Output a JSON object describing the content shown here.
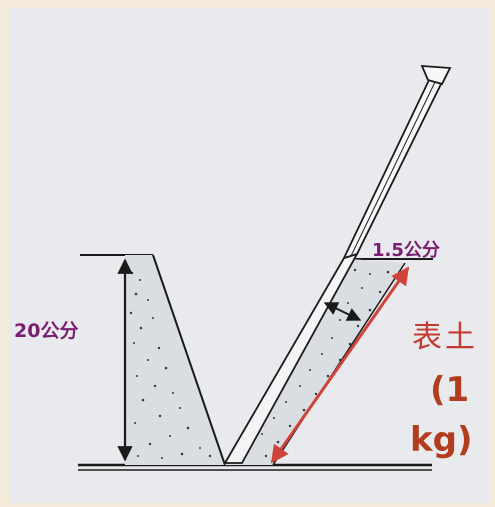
{
  "labels": {
    "depth": "20公分",
    "slice_width": "1.5公分",
    "topsoil": "表土",
    "mass_line1": "(1",
    "mass_line2": "kg)"
  },
  "colors": {
    "label_purple": "#7a1f6f",
    "topsoil_red": "#c43a2e",
    "arrow_red": "#d0433a",
    "ink": "#1a1a1a",
    "background": "#e9eaee"
  },
  "icons": {
    "shovel": "shovel-icon",
    "depth_arrow": "vertical-double-arrow-icon",
    "width_arrow": "diagonal-double-arrow-icon",
    "soil_arrow": "red-double-arrow-icon"
  }
}
